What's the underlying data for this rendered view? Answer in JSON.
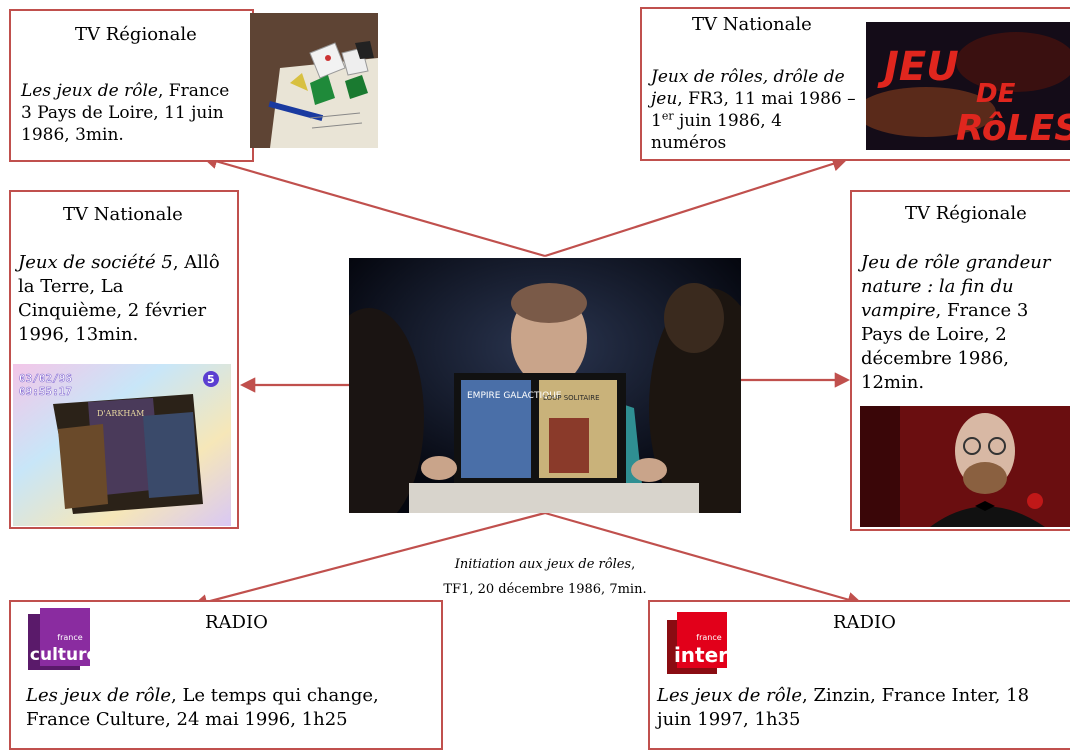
{
  "center": {
    "caption_title": "Initiation aux jeux de rôles",
    "caption_rest": ", TF1, 20 décembre 1986, 7min.",
    "book_left": "EMPIRE GALACTIQUE",
    "book_right": "LOUP SOLITAIRE"
  },
  "boxes": {
    "top_left": {
      "header": "TV Régionale",
      "title": "Les jeux de rôle",
      "rest": ", France 3 Pays de Loire, 11 juin 1986, 3min."
    },
    "top_right": {
      "header": "TV Nationale",
      "title": "Jeux de rôles, drôle de jeu",
      "rest_a": ", FR3, 11 mai 1986 – 1",
      "sup": "er",
      "rest_b": " juin 1986, 4 numéros",
      "logo_line1": "JEU",
      "logo_line2": "DE",
      "logo_line3": "RôLES"
    },
    "mid_left": {
      "header": "TV Nationale",
      "title": "Jeux de société 5",
      "rest": ", Allô la Terre, La Cinquième, 2 février 1996, 13min.",
      "osd_line1": "03/02/96",
      "osd_line2": "09:55:17",
      "channel": "5",
      "book": "D'ARKHAM"
    },
    "mid_right": {
      "header": "TV Régionale",
      "title": "Jeu de rôle grandeur nature : la fin du vampire",
      "rest": ", France 3 Pays de Loire, 2 décembre 1986, 12min."
    },
    "bottom_left": {
      "header": "RADIO",
      "title": "Les jeux de rôle",
      "rest": ", Le temps qui change, France Culture, 24 mai 1996, 1h25",
      "logo_small": "france",
      "logo_big": "culture"
    },
    "bottom_right": {
      "header": "RADIO",
      "title": "Les jeux de rôle",
      "rest": ", Zinzin, France Inter, 18 juin 1997, 1h35",
      "logo_small": "france",
      "logo_big": "inter"
    }
  },
  "colors": {
    "border": "#c0504d",
    "arrow": "#c0504d"
  }
}
